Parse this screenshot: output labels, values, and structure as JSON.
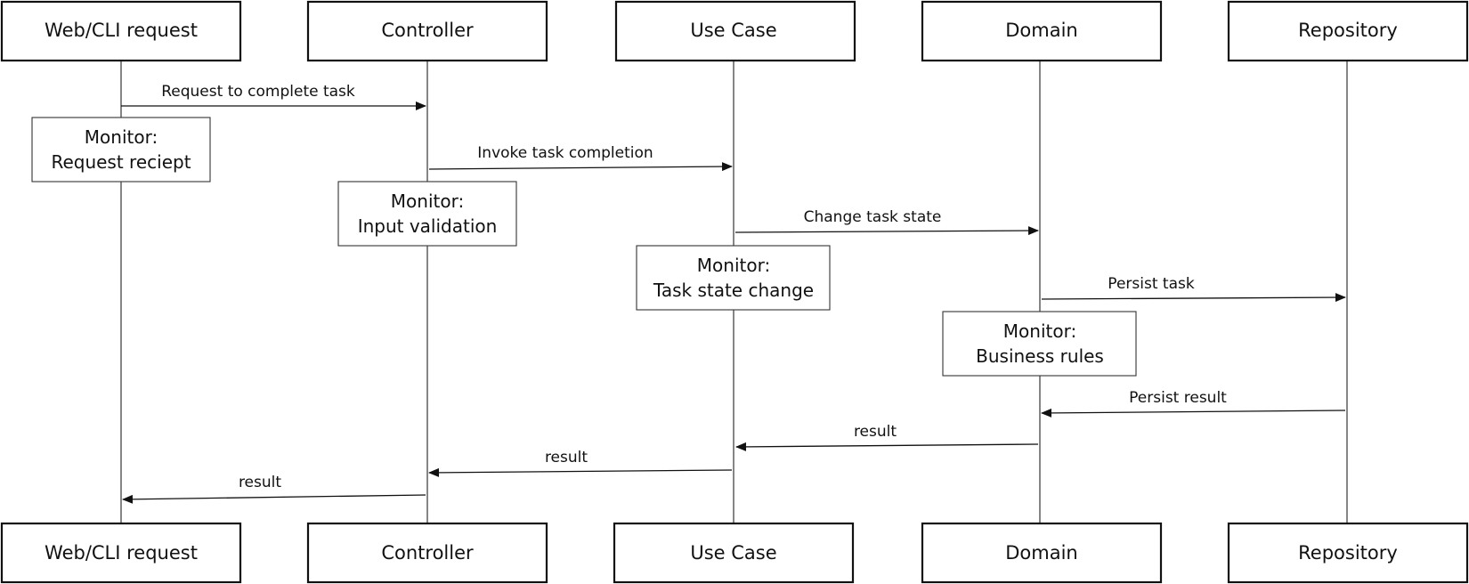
{
  "participants": [
    {
      "id": "web",
      "label": "Web/CLI request"
    },
    {
      "id": "controller",
      "label": "Controller"
    },
    {
      "id": "usecase",
      "label": "Use Case"
    },
    {
      "id": "domain",
      "label": "Domain"
    },
    {
      "id": "repository",
      "label": "Repository"
    }
  ],
  "messages": [
    {
      "from": "web",
      "to": "controller",
      "label": "Request to complete task"
    },
    {
      "from": "controller",
      "to": "usecase",
      "label": "Invoke task completion"
    },
    {
      "from": "usecase",
      "to": "domain",
      "label": "Change task state"
    },
    {
      "from": "domain",
      "to": "repository",
      "label": "Persist task"
    },
    {
      "from": "repository",
      "to": "domain",
      "label": "Persist result"
    },
    {
      "from": "domain",
      "to": "usecase",
      "label": "result"
    },
    {
      "from": "usecase",
      "to": "controller",
      "label": "result"
    },
    {
      "from": "controller",
      "to": "web",
      "label": "result"
    }
  ],
  "notes": [
    {
      "over": "web",
      "line1": "Monitor:",
      "line2": "Request reciept"
    },
    {
      "over": "controller",
      "line1": "Monitor:",
      "line2": "Input validation"
    },
    {
      "over": "usecase",
      "line1": "Monitor:",
      "line2": "Task state change"
    },
    {
      "over": "domain",
      "line1": "Monitor:",
      "line2": "Business rules"
    }
  ]
}
